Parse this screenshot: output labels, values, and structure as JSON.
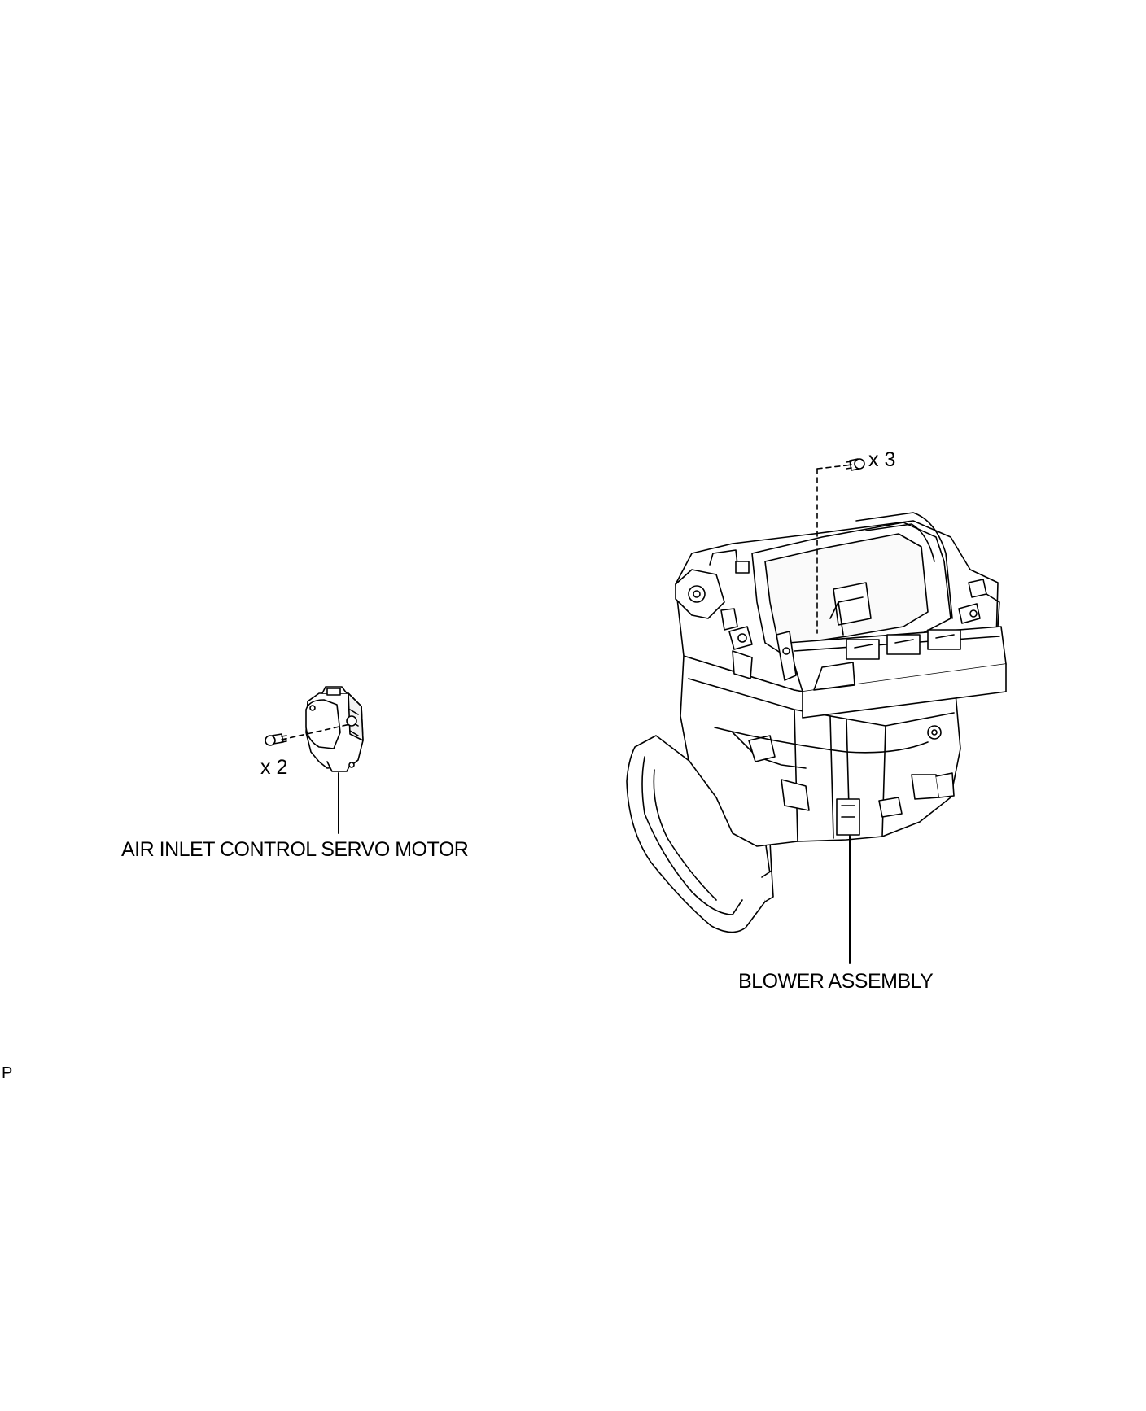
{
  "labels": {
    "servo_motor": "AIR INLET CONTROL SERVO MOTOR",
    "blower_assembly": "BLOWER ASSEMBLY",
    "servo_screw_count": "x 2",
    "blower_screw_count": "x 3",
    "corner_mark": "P"
  }
}
